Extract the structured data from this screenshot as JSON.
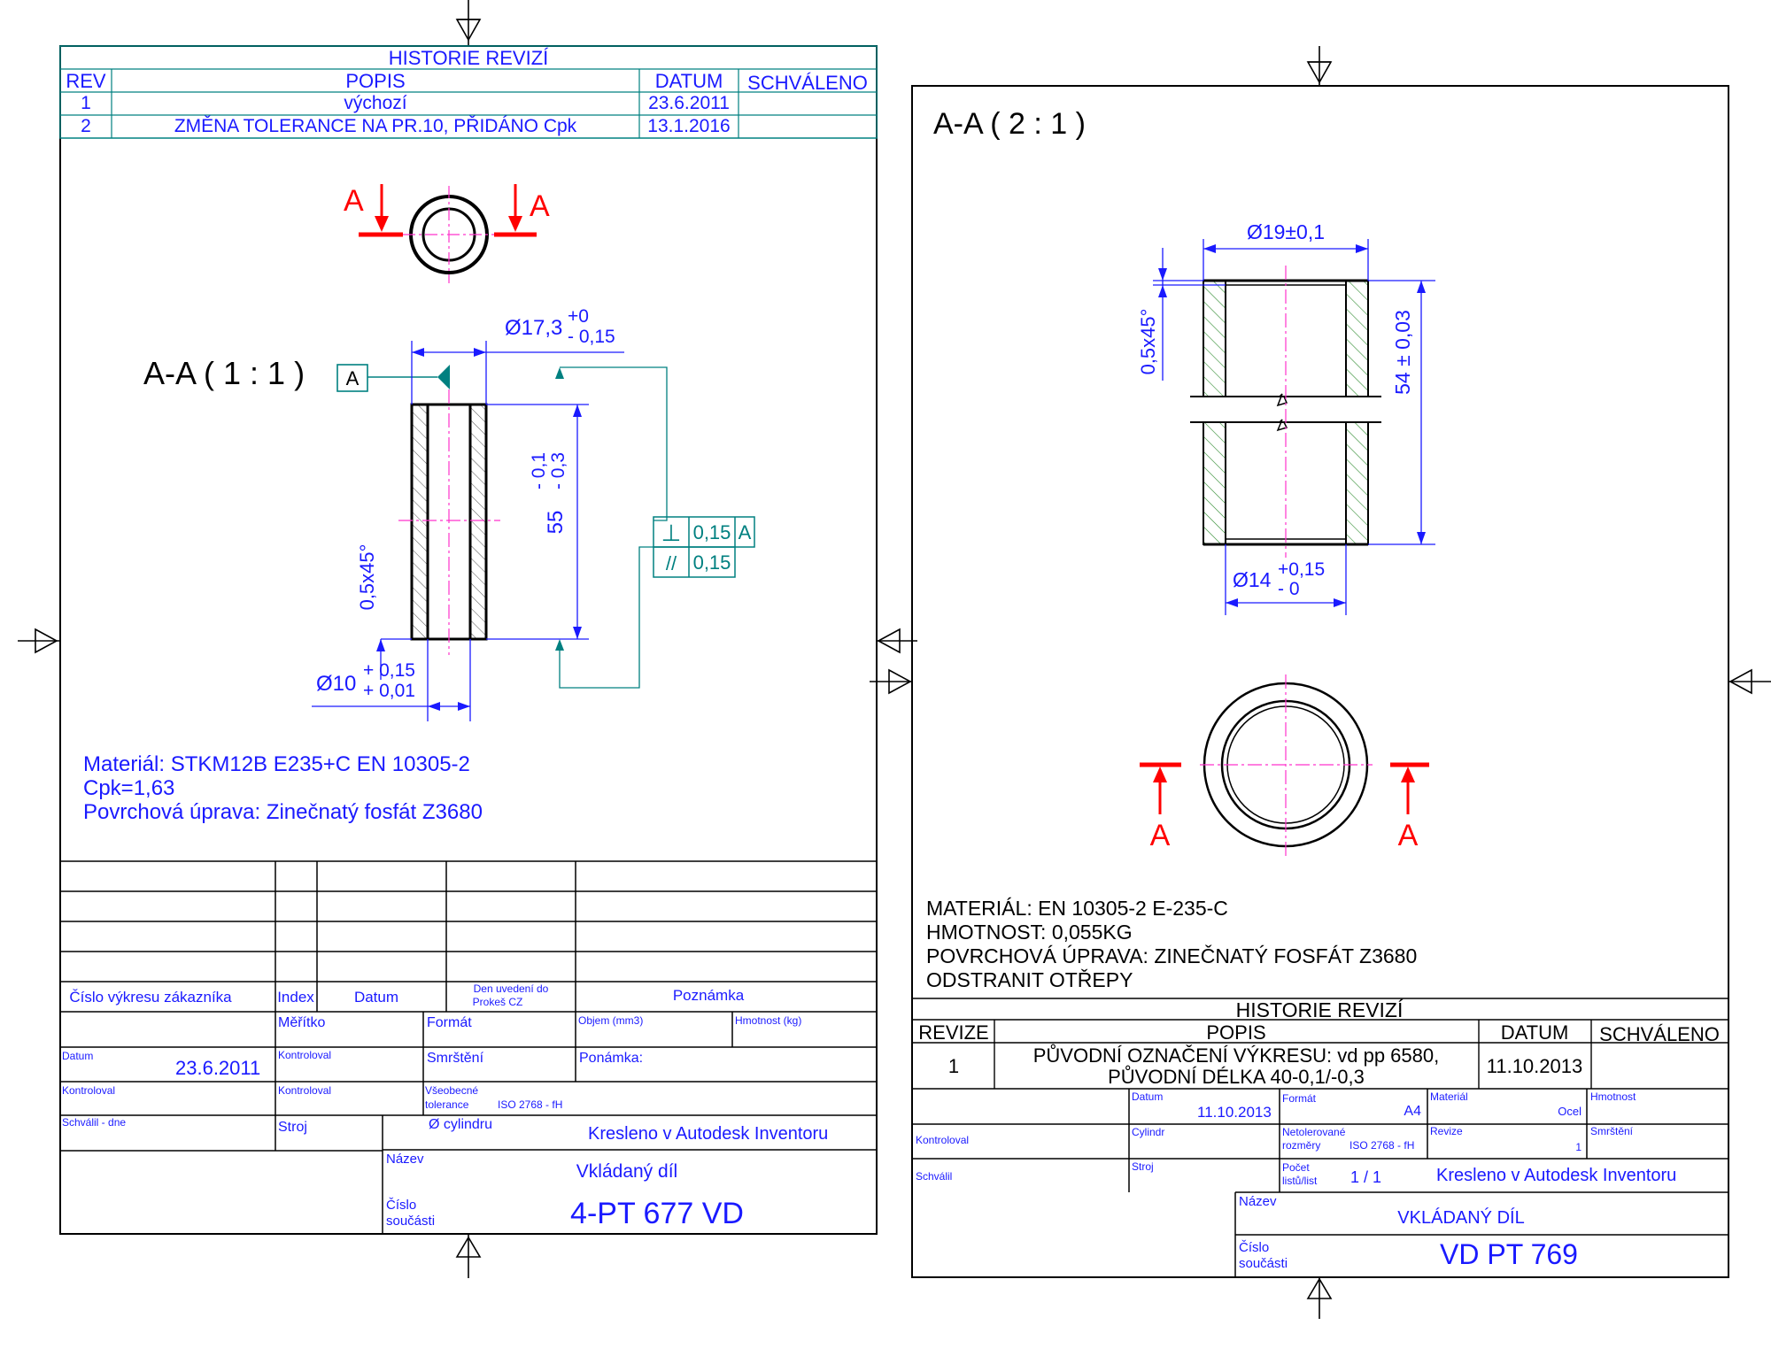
{
  "colors": {
    "annotation": "#1a1aff",
    "section_marker": "#ff0000",
    "datum": "#008080",
    "centerline": "#ff33cc",
    "hatch": "#2e8b2e",
    "frame": "#000000"
  },
  "left": {
    "history": {
      "title": "HISTORIE REVIZÍ",
      "headers": [
        "REV",
        "POPIS",
        "DATUM",
        "SCHVÁLENO"
      ],
      "rows": [
        [
          "1",
          "výchozí",
          "23.6.2011",
          ""
        ],
        [
          "2",
          "ZMĚNA TOLERANCE NA PR.10, PŘIDÁNO Cpk",
          "13.1.2016",
          ""
        ]
      ]
    },
    "section_letter": "A",
    "view_label": "A-A ( 1 : 1 )",
    "datum_label": "A",
    "dims": {
      "outer_diam_main": "Ø17,3",
      "outer_diam_upper": "+0",
      "outer_diam_lower": "- 0,15",
      "length_main": "55",
      "length_tol": "- 0,1\n- 0,3",
      "length_upper": "- 0,1",
      "length_lower": "- 0,3",
      "chamfer": "0,5x45°",
      "inner_diam_main": "Ø10",
      "inner_diam_upper": "+ 0,15",
      "inner_diam_lower": "+ 0,01"
    },
    "tolerance": {
      "perp_symbol": "⊥",
      "perp_value": "0,15",
      "perp_datum": "A",
      "par_symbol": "//",
      "par_value": "0,15"
    },
    "notes": [
      "Materiál: STKM12B   E235+C EN 10305-2",
      "Cpk=1,63",
      "Povrchová úprava: Zinečnatý fosfát Z3680"
    ],
    "title_block": {
      "h_cislo": "Číslo výkresu zákazníka",
      "h_index": "Index",
      "h_datum": "Datum",
      "h_den1": "Den uvedení do",
      "h_den2": "Prokeš CZ",
      "h_poznamka": "Poznámka",
      "meritko": "Měřítko",
      "format": "Formát",
      "objem": "Objem (mm3)",
      "hmotnost": "Hmotnost (kg)",
      "datum_label": "Datum",
      "datum_value": "23.6.2011",
      "kontroloval": "Kontroloval",
      "smrsteni": "Smrštění",
      "ponamka": "Ponámka:",
      "vseobecne1": "Všeobecné",
      "vseobecne2": "tolerance",
      "iso": "ISO 2768 - fH",
      "schvalil": "Schválil - dne",
      "stroj": "Stroj",
      "cylindru": "Ø cylindru",
      "kresleno": "Kresleno v Autodesk Inventoru",
      "nazev_label": "Název",
      "nazev": "Vkládaný díl",
      "cislo_label1": "Číslo",
      "cislo_label2": "součásti",
      "cislo": "4-PT 677 VD"
    }
  },
  "right": {
    "view_label": "A-A ( 2 : 1 )",
    "section_letter": "A",
    "dims": {
      "outer_diam": "Ø19±0,1",
      "length": "54 ± 0,03",
      "chamfer": "0,5x45°",
      "inner_diam_main": "Ø14",
      "inner_diam_upper": "+0,15",
      "inner_diam_lower": "- 0"
    },
    "notes": [
      "MATERIÁL: EN 10305-2 E-235-C",
      "HMOTNOST: 0,055KG",
      "POVRCHOVÁ ÚPRAVA: ZINEČNATÝ FOSFÁT Z3680",
      "ODSTRANIT OTŘEPY"
    ],
    "history": {
      "title": "HISTORIE REVIZÍ",
      "headers": [
        "REVIZE",
        "POPIS",
        "DATUM",
        "SCHVÁLENO"
      ],
      "row": {
        "rev": "1",
        "popis1": "PŮVODNÍ OZNAČENÍ VÝKRESU: vd pp 6580,",
        "popis2": "PŮVODNÍ DÉLKA 40-0,1/-0,3",
        "datum": "11.10.2013"
      }
    },
    "title_block": {
      "datum_label": "Datum",
      "datum_value": "11.10.2013",
      "format_label": "Formát",
      "format_value": "A4",
      "material_label": "Materiál",
      "material_value": "Ocel",
      "hmotnost": "Hmotnost",
      "kontroloval": "Kontroloval",
      "cylindr": "Cylindr",
      "netol1": "Netolerované",
      "netol2": "rozměry",
      "iso": "ISO 2768 - fH",
      "revize_label": "Revize",
      "revize_value": "1",
      "smrsteni": "Smrštění",
      "schvalil": "Schválil",
      "stroj": "Stroj",
      "pocet1": "Počet",
      "pocet2": "listů/list",
      "pocet_value": "1 / 1",
      "kresleno": "Kresleno v Autodesk Inventoru",
      "nazev_label": "Název",
      "nazev": "VKLÁDANÝ DÍL",
      "cislo_label1": "Číslo",
      "cislo_label2": "součásti",
      "cislo": "VD PT 769"
    }
  }
}
